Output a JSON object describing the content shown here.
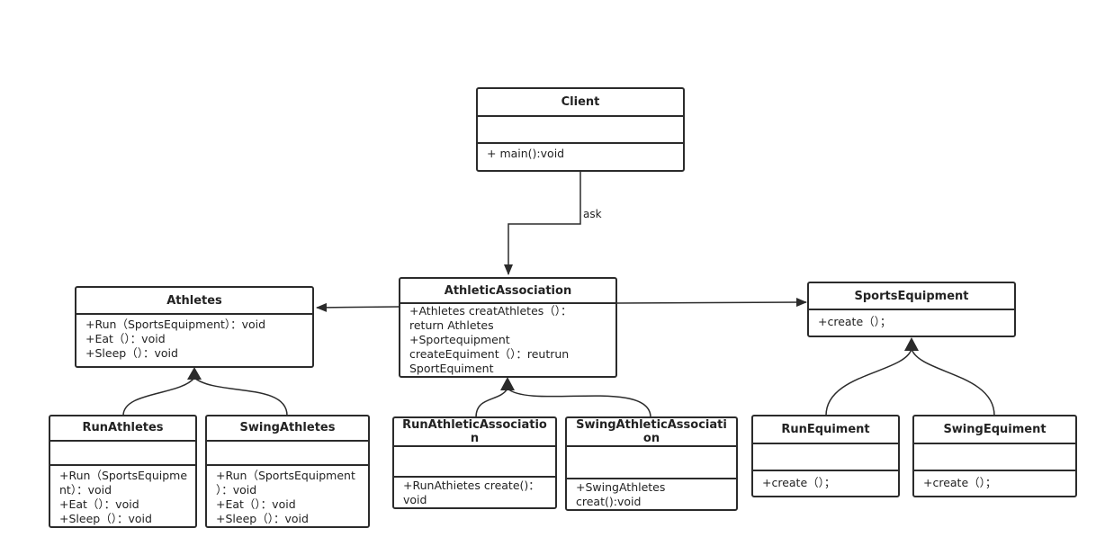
{
  "classes": {
    "client": {
      "name": "Client",
      "ops": "+ main():void"
    },
    "athletes": {
      "name": "Athletes",
      "ops": "+Run（SportsEquipment）：void\n+Eat（）：void\n+Sleep（）：void"
    },
    "association": {
      "name": "AthleticAssociation",
      "ops": "+Athletes creatAthletes（）：\nreturn Athletes\n+Sportequipment\ncreateEquiment（）：reutrun\nSportEquiment"
    },
    "equipment": {
      "name": "SportsEquipment",
      "ops": "+create（）；"
    },
    "run_athletes": {
      "name": "RunAthletes",
      "ops": "+Run（SportsEquipme\nnt）：void\n+Eat（）：void\n+Sleep（）：void"
    },
    "swing_athletes": {
      "name": "SwingAthletes",
      "ops": "+Run（SportsEquipment\n）：void\n+Eat（）：void\n+Sleep（）：void"
    },
    "run_association": {
      "name": "RunAthleticAssociatio\nn",
      "ops": "+RunAthietes create()：\nvoid"
    },
    "swing_association": {
      "name": "SwingAthleticAssociati\non",
      "ops": "+SwingAthletes\ncreat():void"
    },
    "run_equipment": {
      "name": "RunEquiment",
      "ops": "+create（）；"
    },
    "swing_equipment": {
      "name": "SwingEquiment",
      "ops": "+create（）；"
    }
  },
  "connectors": {
    "ask_label": "ask"
  },
  "colors": {
    "line": "#2b2b2b",
    "box_border": "#2b2b2b",
    "background": "#ffffff"
  }
}
